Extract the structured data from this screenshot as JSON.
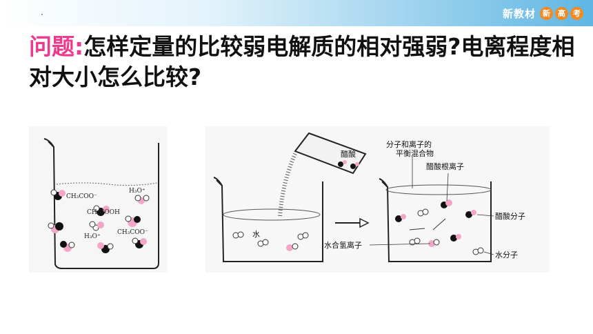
{
  "header": {
    "brand_text": "新教材",
    "badges": [
      "新",
      "高",
      "考"
    ],
    "gradient_colors": [
      "#ffffff",
      "#9ed3ee",
      "#5fb6e4"
    ]
  },
  "heading": {
    "label": "问题",
    "colon": ":",
    "text": "怎样定量的比较弱电解质的相对强弱?电离程度相对大小怎么比较?",
    "label_color": "#ee3a8c"
  },
  "figure_left": {
    "labels": [
      "CH₃COO⁻",
      "H₃O⁺",
      "CH₃COOH",
      "H₃O⁺",
      "CH₃COO⁻"
    ]
  },
  "figure_right": {
    "labels": {
      "pour_acid": "醋酸",
      "water": "水",
      "hydrated_ion": "水合氢离子",
      "mixture": "分子和离子的平衡混合物",
      "acetate_ion": "醋酸根离子",
      "acid_molecule": "醋酸分子",
      "water_molecule": "水分子"
    }
  }
}
